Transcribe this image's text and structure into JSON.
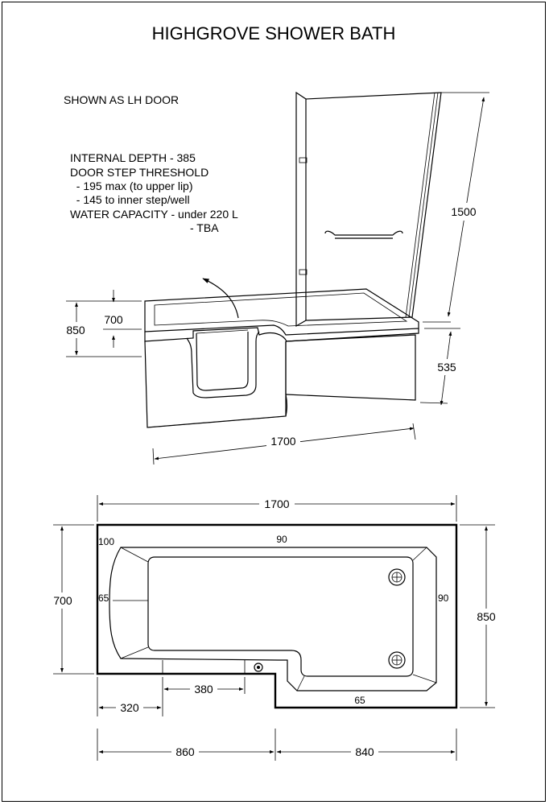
{
  "title": "HIGHGROVE SHOWER BATH",
  "shown_as": "SHOWN AS LH DOOR",
  "notes": [
    "INTERNAL DEPTH  - 385",
    "DOOR STEP THRESHOLD",
    "  - 195 max (to upper lip)",
    "  - 145 to inner step/well",
    "WATER CAPACITY - under 220 L",
    "- TBA"
  ],
  "iso_dims": {
    "screen_height": "1500",
    "panel_height": "535",
    "overall_height": "850",
    "door_height": "700",
    "length": "1700"
  },
  "plan_dims": {
    "top_length": "1700",
    "left_width": "700",
    "right_width": "850",
    "door_offset": "320",
    "door_width": "380",
    "left_section": "860",
    "right_section": "840",
    "rim_top": "90",
    "rim_corner": "100",
    "rim_left": "65",
    "rim_right": "90",
    "rim_bottom": "65"
  },
  "icons": [
    "whirlpool-jet-icon",
    "waste-outlet-icon",
    "rotation-arrow-icon"
  ]
}
